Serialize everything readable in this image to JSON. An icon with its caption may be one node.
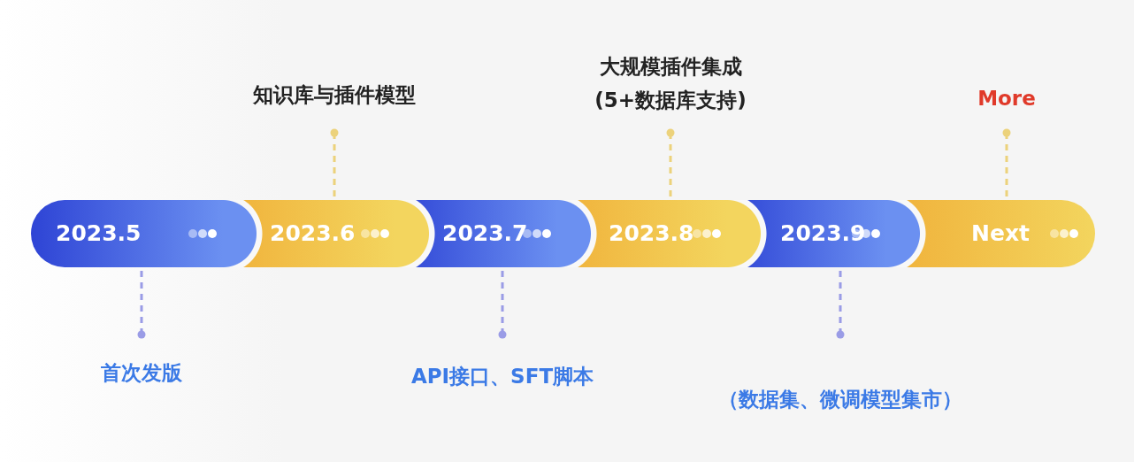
{
  "diagram": {
    "nodes": [
      {
        "text": [
          "2023.5"
        ]
      },
      {
        "text": [
          "2023.6"
        ]
      },
      {
        "text": [
          "2023.7"
        ]
      },
      {
        "text": [
          "2023.8"
        ]
      },
      {
        "text": [
          "2023.9"
        ]
      },
      {
        "text": [
          "Next"
        ]
      },
      {
        "text": [
          "首次发版"
        ]
      },
      {
        "text": [
          "知识库与插件模型"
        ]
      },
      {
        "text": [
          "API接口、SFT脚本"
        ]
      },
      {
        "text": [
          "大规模插件集成",
          "(5+数据库支持)"
        ]
      },
      {
        "text": [
          "（数据集、微调模型集市）"
        ]
      },
      {
        "text": [
          "More"
        ]
      }
    ],
    "edges": [
      {
        "from": 6,
        "to": 0,
        "arrow": "other",
        "style": "dashed",
        "color": "#9a9ce6"
      },
      {
        "from": 7,
        "to": 1,
        "arrow": "other",
        "style": "dashed",
        "color": "#ecd27b"
      },
      {
        "from": 8,
        "to": 2,
        "arrow": "other",
        "style": "dashed",
        "color": "#9a9ce6"
      },
      {
        "from": 9,
        "to": 3,
        "arrow": "other",
        "style": "dashed",
        "color": "#ecd27b"
      },
      {
        "from": 10,
        "to": 4,
        "arrow": "other",
        "style": "dashed",
        "color": "#9a9ce6"
      },
      {
        "from": 11,
        "to": 5,
        "arrow": "other",
        "style": "dashed",
        "color": "#ecd27b"
      }
    ]
  }
}
